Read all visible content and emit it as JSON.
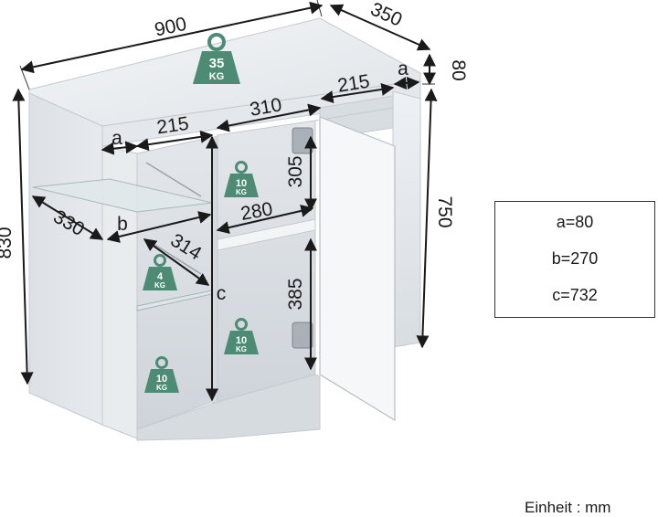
{
  "dimensions": {
    "width": "900",
    "depth": "350",
    "height": "830",
    "top_thickness": "80",
    "door_height": "750",
    "compartment_left_width": "215",
    "compartment_right_width": "215",
    "center_width": "310",
    "shelf_depth": "330",
    "shelf_diagonal": "314",
    "shelf_width": "280",
    "upper_section_height": "305",
    "lower_section_height": "385",
    "label_a": "a",
    "label_b": "b",
    "label_c": "c"
  },
  "weights": {
    "top": {
      "value": "35",
      "unit": "KG"
    },
    "upper_shelf": {
      "value": "10",
      "unit": "KG"
    },
    "left_glass_shelf": {
      "value": "4",
      "unit": "KG"
    },
    "left_bottom": {
      "value": "10",
      "unit": "KG"
    },
    "center_bottom": {
      "value": "10",
      "unit": "KG"
    }
  },
  "legend": {
    "a": "a=80",
    "b": "b=270",
    "c": "c=732"
  },
  "unit_label": "Einheit : mm",
  "colors": {
    "weight_badge": "#4e8b74",
    "cabinet_body": "#e9ecef",
    "cabinet_shadow": "#c9cdd2",
    "line": "#1a1a1a"
  }
}
